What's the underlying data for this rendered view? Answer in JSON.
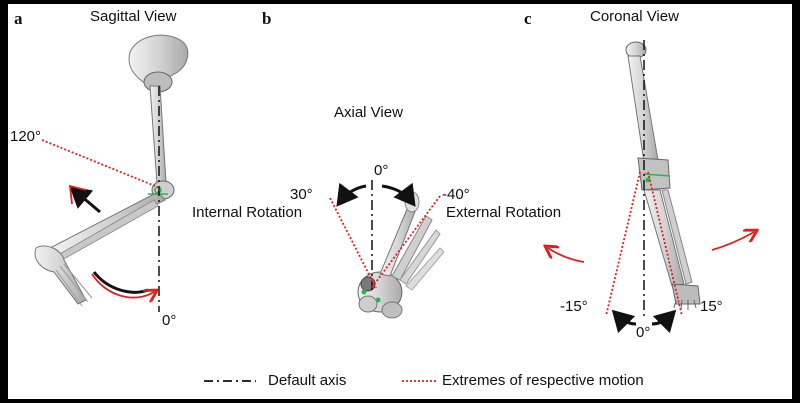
{
  "panels": {
    "a": {
      "letter": "a",
      "title": "Sagittal View",
      "angle_max": "120°",
      "angle_zero": "0°"
    },
    "b": {
      "letter": "b",
      "title": "Axial View",
      "angle_zero": "0°",
      "angle_left": "30°",
      "angle_right": "-40°",
      "left_label": "Internal Rotation",
      "right_label": "External Rotation"
    },
    "c": {
      "letter": "c",
      "title": "Coronal View",
      "angle_left": "-15°",
      "angle_zero": "0°",
      "angle_right": "15°"
    }
  },
  "legend": {
    "default_axis": "Default axis",
    "extremes": "Extremes of respective motion"
  },
  "colors": {
    "extreme_line": "#e02020",
    "arrow_black": "#111111",
    "bone": "#d9d9d9"
  }
}
